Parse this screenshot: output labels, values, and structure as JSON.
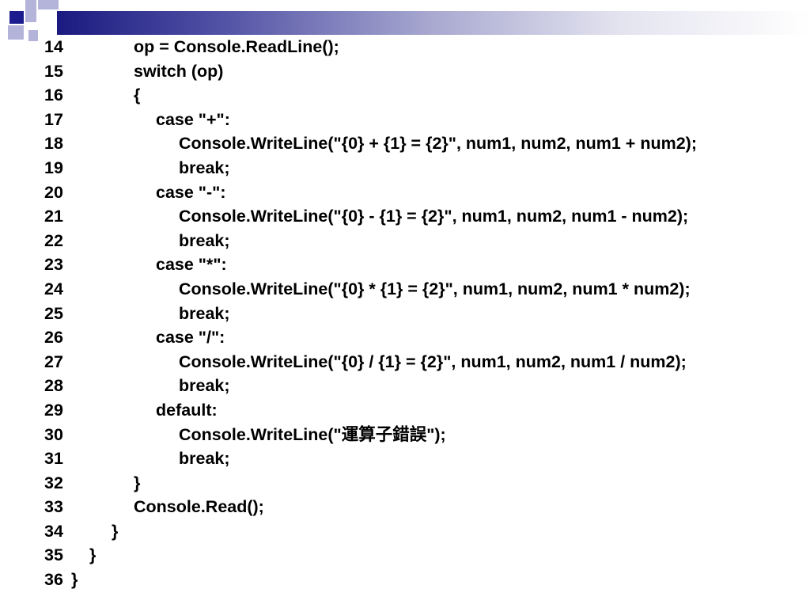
{
  "code_lines": [
    {
      "number": "14",
      "indent": 3,
      "text": "op = Console.ReadLine();"
    },
    {
      "number": "15",
      "indent": 3,
      "text": "switch (op)"
    },
    {
      "number": "16",
      "indent": 3,
      "text": "{"
    },
    {
      "number": "17",
      "indent": 4,
      "text": "case \"+\":"
    },
    {
      "number": "18",
      "indent": 5,
      "text": "Console.WriteLine(\"{0} + {1} = {2}\", num1, num2, num1 + num2);"
    },
    {
      "number": "19",
      "indent": 5,
      "text": "break;"
    },
    {
      "number": "20",
      "indent": 4,
      "text": "case \"-\":"
    },
    {
      "number": "21",
      "indent": 5,
      "text": "Console.WriteLine(\"{0} - {1} = {2}\", num1, num2, num1 - num2);"
    },
    {
      "number": "22",
      "indent": 5,
      "text": "break;"
    },
    {
      "number": "23",
      "indent": 4,
      "text": "case \"*\":"
    },
    {
      "number": "24",
      "indent": 5,
      "text": "Console.WriteLine(\"{0} * {1} = {2}\", num1, num2, num1 * num2);"
    },
    {
      "number": "25",
      "indent": 5,
      "text": "break;"
    },
    {
      "number": "26",
      "indent": 4,
      "text": "case \"/\":"
    },
    {
      "number": "27",
      "indent": 5,
      "text": "Console.WriteLine(\"{0} / {1} = {2}\", num1, num2, num1 / num2);"
    },
    {
      "number": "28",
      "indent": 5,
      "text": "break;"
    },
    {
      "number": "29",
      "indent": 4,
      "text": "default:"
    },
    {
      "number": "30",
      "indent": 5,
      "text": "Console.WriteLine(\"運算子錯誤\");"
    },
    {
      "number": "31",
      "indent": 5,
      "text": "break;"
    },
    {
      "number": "32",
      "indent": 3,
      "text": "}"
    },
    {
      "number": "33",
      "indent": 3,
      "text": "Console.Read();"
    },
    {
      "number": "34",
      "indent": 2,
      "text": "}"
    },
    {
      "number": "35",
      "indent": 1,
      "text": "}"
    },
    {
      "number": "36",
      "indent": 0,
      "text": "}"
    }
  ],
  "colors": {
    "header_dark": "#1c1c8e",
    "header_light": "#b4b4db",
    "text": "#000000",
    "background": "#ffffff"
  }
}
